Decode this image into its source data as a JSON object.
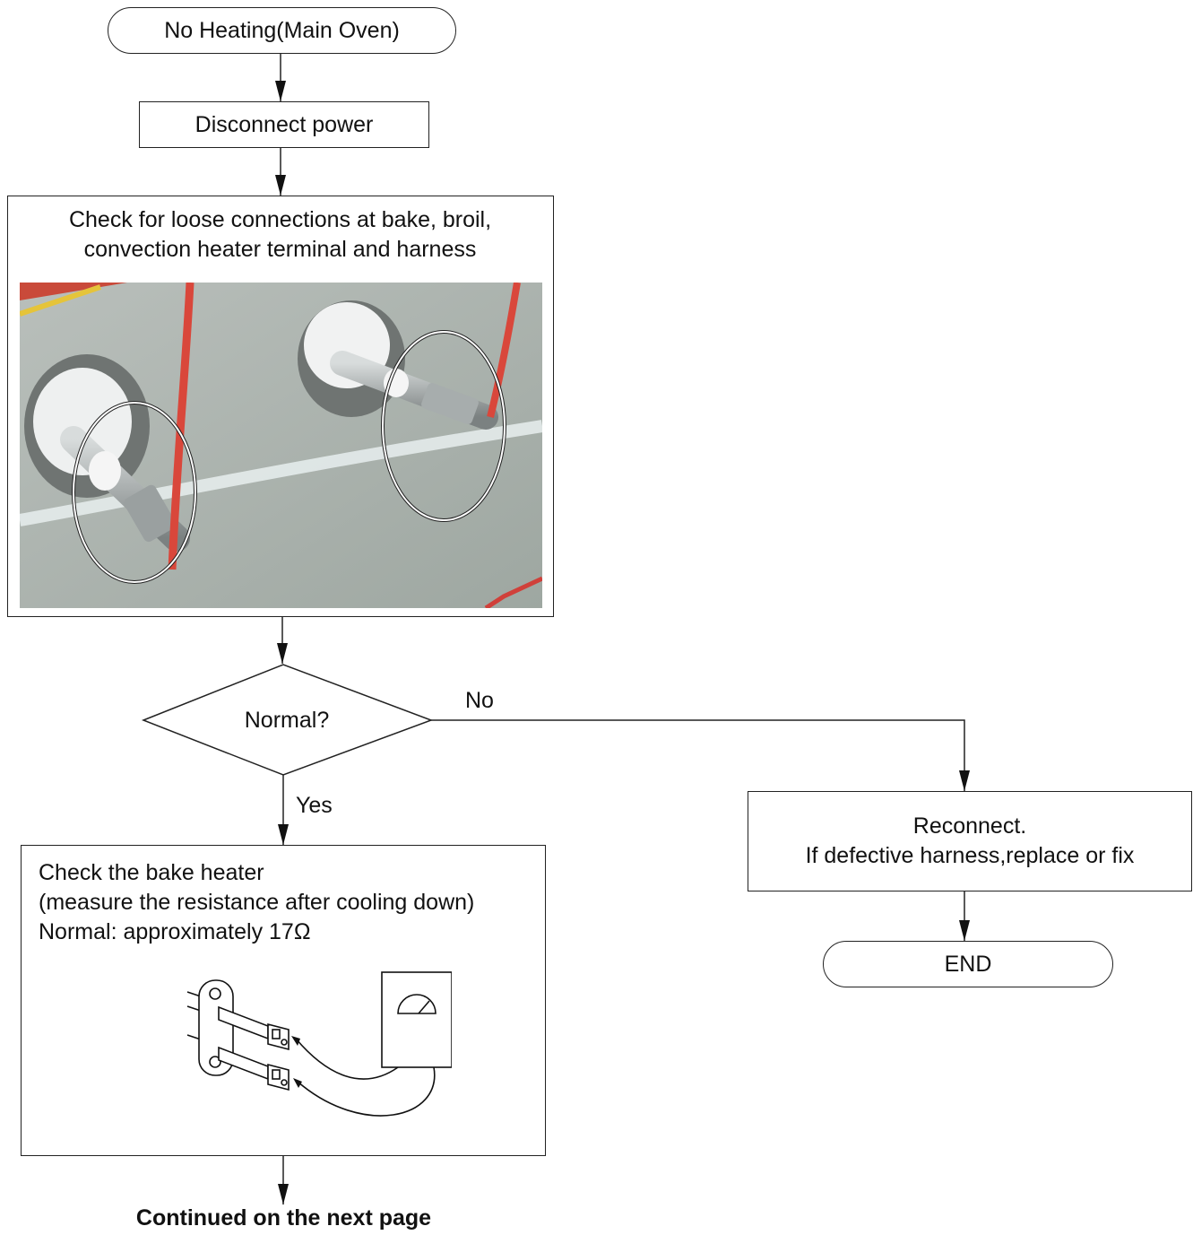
{
  "start_terminal": "No Heating(Main Oven)",
  "step_disconnect": "Disconnect power",
  "step_check_connections": {
    "line1": "Check for loose connections at bake, broil,",
    "line2": "convection heater terminal and harness"
  },
  "decision": "Normal?",
  "branch_no": "No",
  "branch_yes": "Yes",
  "step_reconnect": {
    "line1": "Reconnect.",
    "line2": "If defective harness,replace or fix"
  },
  "end_terminal": "END",
  "step_bake_heater": {
    "line1": "Check the bake heater",
    "line2": "(measure the resistance after cooling down)",
    "line3": "Normal: approximately 17Ω"
  },
  "footer": "Continued on the next page"
}
